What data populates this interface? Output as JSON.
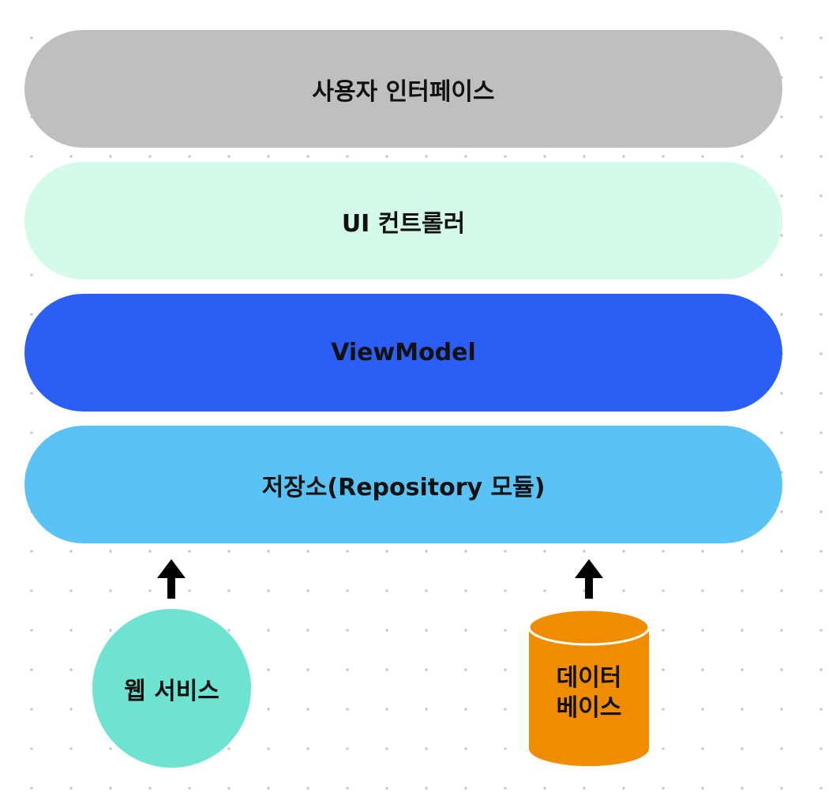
{
  "layers": {
    "user_interface": {
      "label": "사용자 인터페이스",
      "color": "#bfbfbf"
    },
    "ui_controller": {
      "label": "UI 컨트롤러",
      "color": "#d4fbe9"
    },
    "viewmodel": {
      "label": "ViewModel",
      "color": "#2a5ef5"
    },
    "repository": {
      "label": "저장소(Repository 모듈)",
      "color": "#5ac3f6"
    }
  },
  "sources": {
    "web_service": {
      "label": "웹 서비스",
      "color": "#6fe3d1",
      "icon": "circle"
    },
    "database": {
      "label_line1": "데이터",
      "label_line2": "베이스",
      "color": "#f08c00",
      "icon": "cylinder"
    }
  },
  "arrows": {
    "color": "#000000",
    "icon": "up-arrow-icon"
  }
}
